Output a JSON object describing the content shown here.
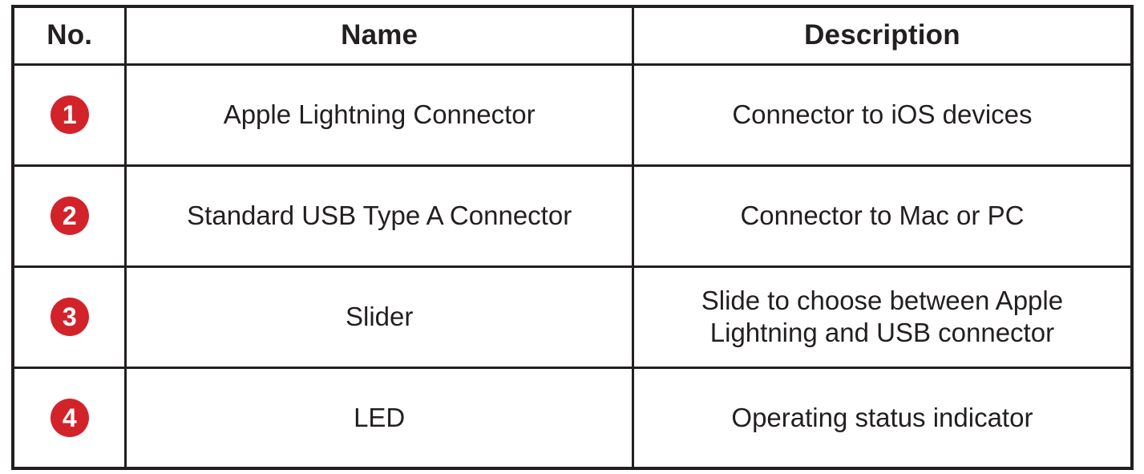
{
  "colors": {
    "badge_red": "#D2232A",
    "border": "#231F20",
    "text": "#231F20",
    "background": "#FFFFFF"
  },
  "table": {
    "headers": [
      "No.",
      "Name",
      "Description"
    ],
    "rows": [
      {
        "no": "1",
        "name": "Apple Lightning Connector",
        "description": "Connector to iOS devices"
      },
      {
        "no": "2",
        "name": "Standard USB Type A Connector",
        "description": "Connector to Mac or PC"
      },
      {
        "no": "3",
        "name": "Slider",
        "description": "Slide to choose between Apple Lightning and USB connector"
      },
      {
        "no": "4",
        "name": "LED",
        "description": "Operating status indicator"
      }
    ]
  }
}
